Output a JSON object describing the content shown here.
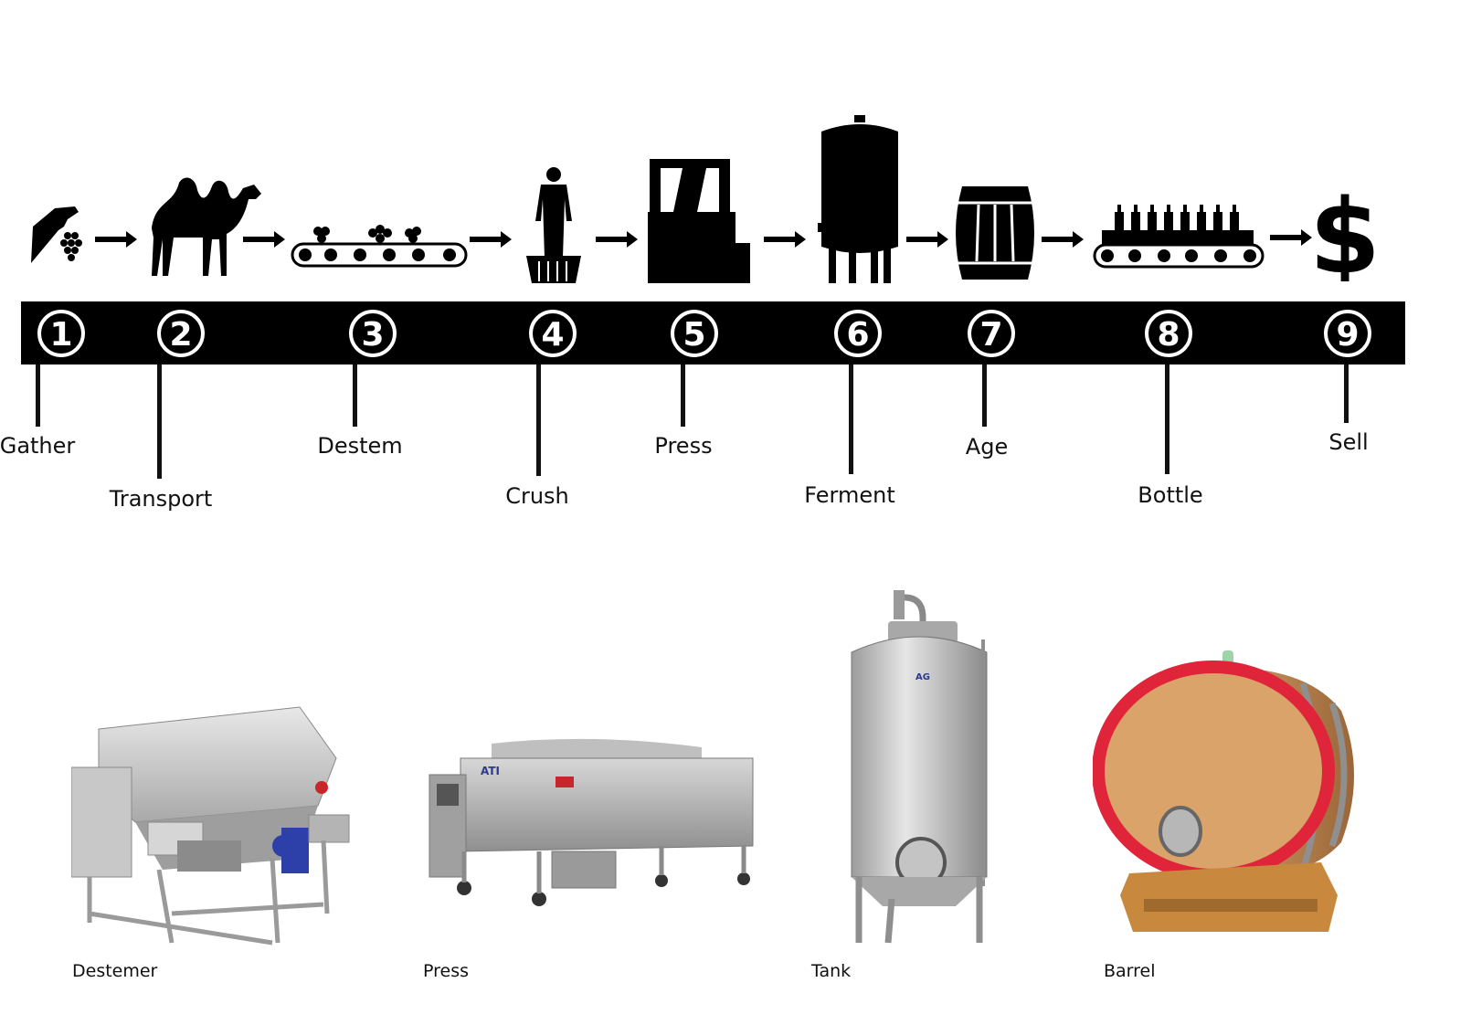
{
  "colors": {
    "ink": "#000000",
    "band": "#000000",
    "barrel_ring": "#e0243a",
    "steel": "#bdbdbd",
    "wood": "#c8894e"
  },
  "steps": [
    {
      "num": "1",
      "label": "Gather",
      "icon": "hand-grapes-icon"
    },
    {
      "num": "2",
      "label": "Transport",
      "icon": "camel-icon"
    },
    {
      "num": "3",
      "label": "Destem",
      "icon": "conveyor-grapes-icon"
    },
    {
      "num": "4",
      "label": "Crush",
      "icon": "person-in-tub-icon"
    },
    {
      "num": "5",
      "label": "Press",
      "icon": "press-machine-icon"
    },
    {
      "num": "6",
      "label": "Ferment",
      "icon": "tank-icon"
    },
    {
      "num": "7",
      "label": "Age",
      "icon": "barrel-icon"
    },
    {
      "num": "8",
      "label": "Bottle",
      "icon": "conveyor-bottles-icon"
    },
    {
      "num": "9",
      "label": "Sell",
      "icon": "dollar-icon"
    }
  ],
  "equipment": [
    {
      "label": "Destemer",
      "icon": "destemer-machine-icon"
    },
    {
      "label": "Press",
      "icon": "press-machine-photo-icon"
    },
    {
      "label": "Tank",
      "icon": "steel-tank-icon"
    },
    {
      "label": "Barrel",
      "icon": "wooden-barrel-icon"
    }
  ]
}
